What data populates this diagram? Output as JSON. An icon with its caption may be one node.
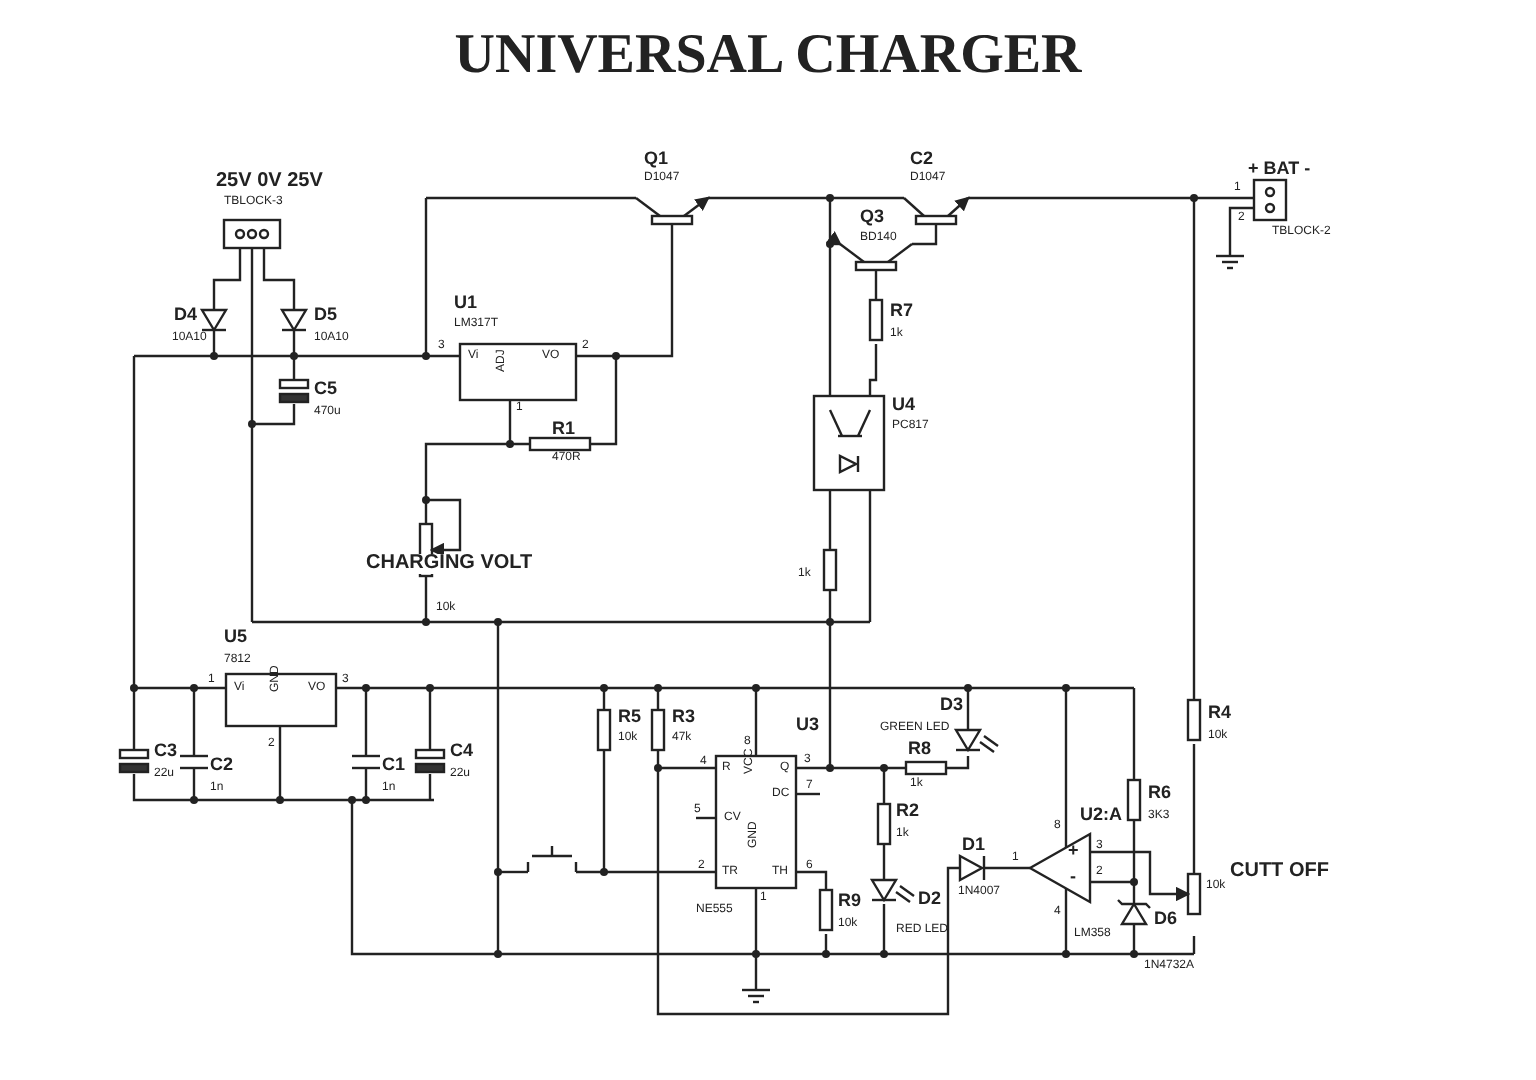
{
  "diagram": {
    "title": "UNIVERSAL CHARGER",
    "labels": [
      "25V 0V 25V",
      "TBLOCK-3",
      "Q1",
      "D1047",
      "C2",
      "D1047",
      "+ BAT -",
      "1",
      "2",
      "Q3",
      "BD140",
      "TBLOCK-2",
      "D4",
      "10A10",
      "D5",
      "10A10",
      "U1",
      "LM317T",
      "3",
      "Vi",
      "VO",
      "2",
      "ADJ",
      "1",
      "C5",
      "470u",
      "R7",
      "1k",
      "U4",
      "PC817",
      "R1",
      "470R",
      "CHARGING VOLT",
      "1k",
      "10k",
      "U5",
      "7812",
      "1",
      "Vi",
      "VO",
      "3",
      "GND",
      "2",
      "C3",
      "22u",
      "C2",
      "1n",
      "C1",
      "1n",
      "C4",
      "22u",
      "R5",
      "10k",
      "R3",
      "47k",
      "U3",
      "8",
      "4",
      "R",
      "VCC",
      "Q",
      "3",
      "DC",
      "7",
      "5",
      "CV",
      "2",
      "TR",
      "GND",
      "TH",
      "6",
      "1",
      "NE555",
      "D3",
      "GREEN LED",
      "R8",
      "1k",
      "R2",
      "1k",
      "D1",
      "1N4007",
      "R9",
      "10k",
      "D2",
      "RED LED",
      "8",
      "+",
      "-",
      "3",
      "2",
      "1",
      "4",
      "U2:A",
      "LM358",
      "R6",
      "3K3",
      "D6",
      "1N4732A",
      "R4",
      "10k",
      "10k",
      "CUTT OFF"
    ]
  }
}
